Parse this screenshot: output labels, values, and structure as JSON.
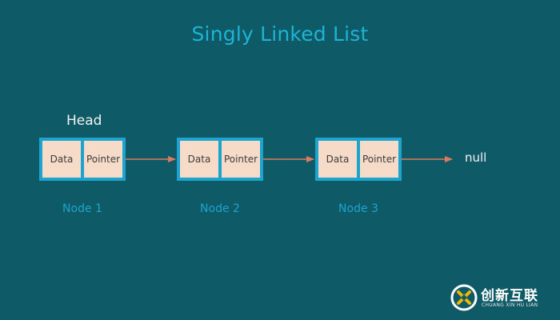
{
  "title": "Singly Linked List",
  "head_label": "Head",
  "null_label": "null",
  "nodes": [
    {
      "label": "Node 1",
      "data": "Data",
      "pointer": "Pointer"
    },
    {
      "label": "Node 2",
      "data": "Data",
      "pointer": "Pointer"
    },
    {
      "label": "Node 3",
      "data": "Data",
      "pointer": "Pointer"
    }
  ],
  "logo": {
    "cn": "创新互联",
    "en": "CHUANG XIN HU LIAN"
  },
  "colors": {
    "background": "#0e5a66",
    "node_border": "#1ca4cf",
    "cell_fill": "#f5dbc8",
    "arrow": "#e07a5f",
    "title": "#1fb3d6"
  }
}
